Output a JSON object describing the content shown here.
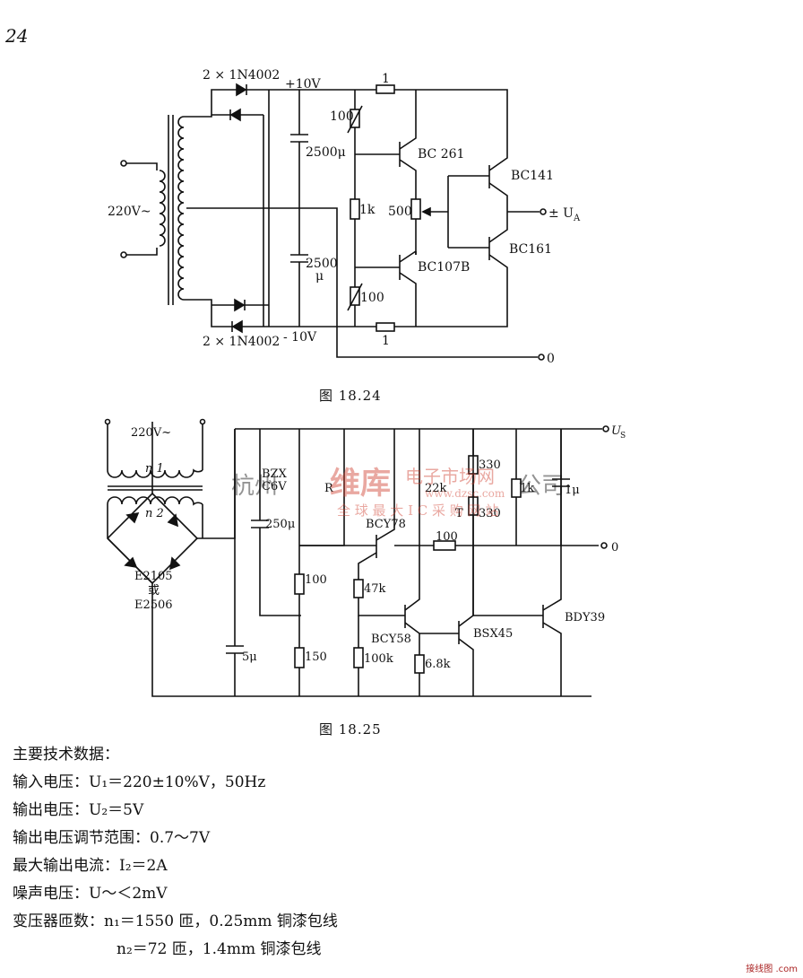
{
  "page_number": "24",
  "fig1": {
    "caption": "图 18.24",
    "diodes_top": "2 × 1N4002",
    "diodes_bottom": "2 × 1N4002",
    "plus_rail": "+10V",
    "minus_rail": "- 10V",
    "mains": "220V~",
    "cap_top": "2500μ",
    "cap_bottom_value": "2500",
    "cap_bottom_unit": "μ",
    "pot_top": "100",
    "pot_bottom": "100",
    "res_1k": "1k",
    "pot_500": "500",
    "res_top": "1",
    "res_bottom": "1",
    "q_top_left": "BC 261",
    "q_bottom_left": "BC107B",
    "q_top_right": "BC141",
    "q_bottom_right": "BC161",
    "output": "± U",
    "output_sub": "A",
    "ground": "0"
  },
  "fig2": {
    "caption": "图 18.25",
    "mains": "220V~",
    "n1": "n 1",
    "n2": "n 2",
    "bridge_top": "E2105",
    "bridge_or": "或",
    "bridge_bottom": "E2506",
    "zener_a": "BZX",
    "zener_b": "C6V",
    "rs": "R",
    "cap_250": "250μ",
    "cap_5": "5μ",
    "res_100": "100",
    "res_150": "150",
    "q_bcy78": "BCY78",
    "res_47k": "47k",
    "q_bcy58": "BCY58",
    "res_100k": "100k",
    "res_22k": "22k",
    "res_100b": "100",
    "res_330a": "330",
    "res_330b": "330",
    "t_label": "T",
    "res_68k": "6.8k",
    "q_bsx45": "BSX45",
    "res_1k": "1k",
    "cap_1": "1μ",
    "q_bdy39": "BDY39",
    "out_us": "U",
    "out_us_sub": "S",
    "ground": "0"
  },
  "watermark": {
    "left": "杭州",
    "brand": "维库",
    "top_right": "电子市场网",
    "url": "www.dzsc.com",
    "bottom": "全 球 最 大 I C 采 购 网 站",
    "right": "公司"
  },
  "specs": {
    "heading": "主要技术数据：",
    "lines": [
      "输入电压：U₁＝220±10%V，50Hz",
      "输出电压：U₂＝5V",
      "输出电压调节范围：0.7～7V",
      "最大输出电流：I₂＝2A",
      "噪声电压：U～＜2mV",
      "变压器匝数：n₁＝1550 匝，0.25mm 铜漆包线"
    ],
    "last_line": "n₂＝72 匝，1.4mm 铜漆包线"
  },
  "corner_logo": "接线图 .com"
}
